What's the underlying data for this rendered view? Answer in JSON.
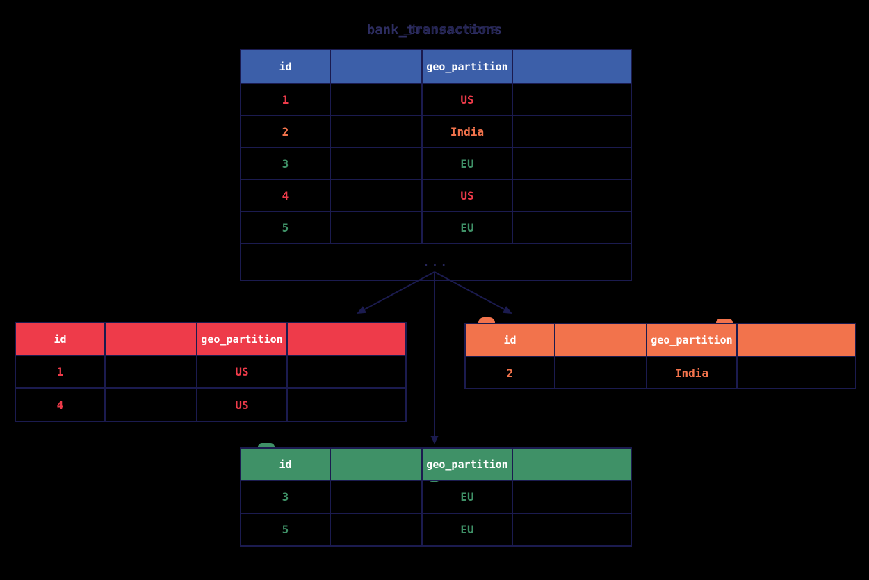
{
  "colors": {
    "background": "#000000",
    "navy_border": "#1b1b4f",
    "title_navy": "#23234f",
    "title_navy_light": "#2d2d61",
    "ellipsis": "#252559",
    "header_text": "#ffffff",
    "blue_header": "#3c5fa9",
    "red": "#ee3b4a",
    "orange": "#f2734c",
    "green": "#3f9167"
  },
  "title": {
    "text": "bank_transactions",
    "echo": "_transactions"
  },
  "main_table": {
    "header_color": "blue_header",
    "headers": [
      "id",
      "",
      "geo_partition",
      ""
    ],
    "rows": [
      {
        "cells": [
          "1",
          "",
          "US",
          ""
        ],
        "color": "red"
      },
      {
        "cells": [
          "2",
          "",
          "India",
          ""
        ],
        "color": "orange"
      },
      {
        "cells": [
          "3",
          "",
          "EU",
          ""
        ],
        "color": "green"
      },
      {
        "cells": [
          "4",
          "",
          "US",
          ""
        ],
        "color": "red"
      },
      {
        "cells": [
          "5",
          "",
          "EU",
          ""
        ],
        "color": "green"
      }
    ],
    "ellipsis": "..."
  },
  "partition_tables": {
    "us": {
      "color": "red",
      "headers": [
        "id",
        "",
        "geo_partition",
        ""
      ],
      "rows": [
        {
          "cells": [
            "1",
            "",
            "US",
            ""
          ]
        },
        {
          "cells": [
            "4",
            "",
            "US",
            ""
          ]
        }
      ]
    },
    "india": {
      "color": "orange",
      "headers": [
        "id",
        "",
        "geo_partition",
        ""
      ],
      "rows": [
        {
          "cells": [
            "2",
            "",
            "India",
            ""
          ]
        }
      ]
    },
    "eu": {
      "color": "green",
      "headers": [
        "id",
        "",
        "geo_partition",
        ""
      ],
      "rows": [
        {
          "cells": [
            "3",
            "",
            "EU",
            ""
          ]
        },
        {
          "cells": [
            "5",
            "",
            "EU",
            ""
          ]
        }
      ]
    }
  },
  "decorations": {
    "orange_peek_1": "orange",
    "orange_peek_2": "orange",
    "green_peek_1": "green",
    "green_peek_2": "green"
  }
}
